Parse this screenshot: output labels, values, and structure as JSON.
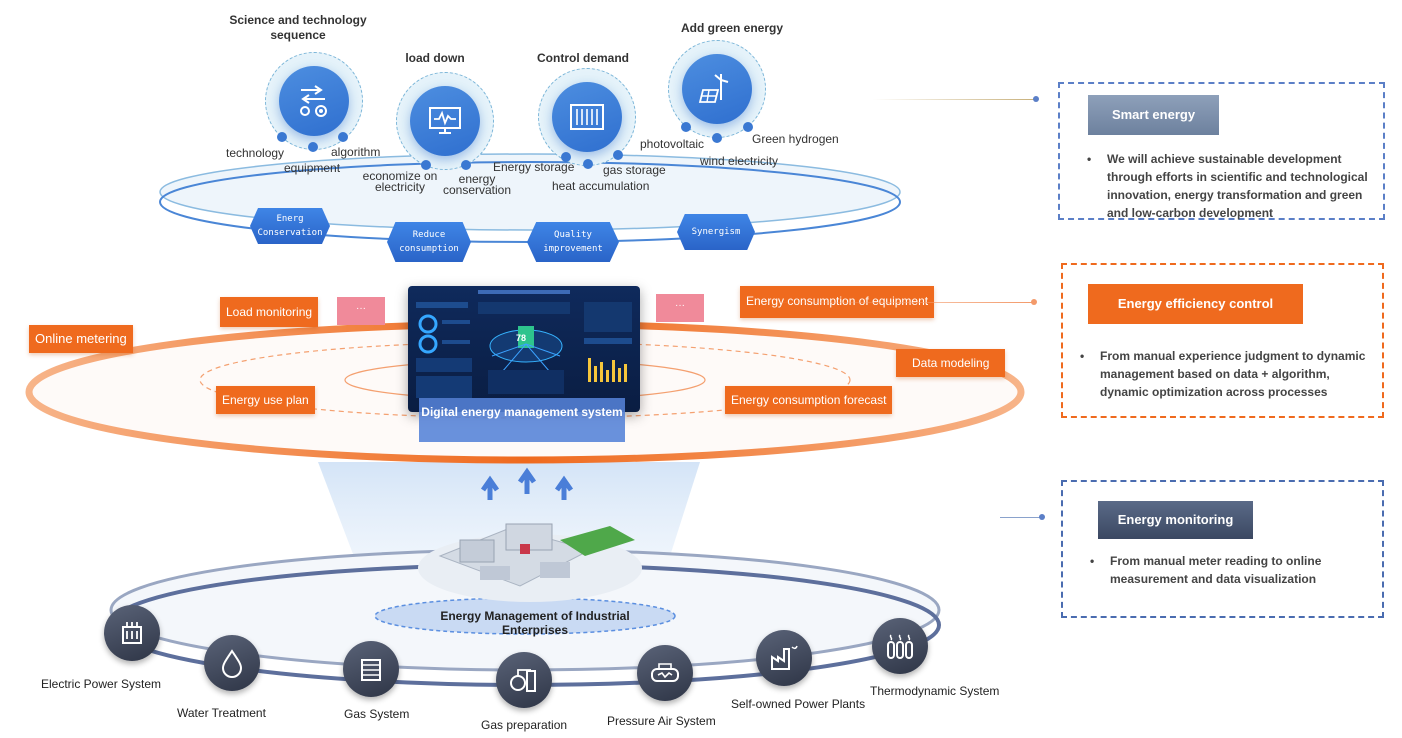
{
  "top": {
    "badges": [
      {
        "title": "Science and technology sequence",
        "icon": "flow-gear-icon",
        "labels": [
          "technology",
          "equipment",
          "algorithm"
        ]
      },
      {
        "title": "load down",
        "icon": "monitor-wave-icon",
        "labels": [
          "economize on electricity",
          "energy conservation"
        ]
      },
      {
        "title": "Control demand",
        "icon": "container-icon",
        "labels": [
          "Energy storage",
          "gas storage",
          "heat accumulation"
        ]
      },
      {
        "title": "Add green energy",
        "icon": "wind-solar-icon",
        "labels": [
          "photovoltaic",
          "wind electricity",
          "Green hydrogen"
        ]
      }
    ],
    "hexes": [
      "Energ Conservation",
      "Reduce consumption",
      "Quality improvement",
      "Synergism"
    ]
  },
  "middle": {
    "tags": {
      "online_metering": "Online metering",
      "load_monitoring": "Load monitoring",
      "energy_use_plan": "Energy use plan",
      "consumption_equipment": "Energy consumption of equipment",
      "data_modeling": "Data modeling",
      "consumption_forecast": "Energy consumption forecast"
    },
    "pink_left": "···",
    "pink_right": "···",
    "dashboard_label": "Digital energy management system",
    "dashboard_gauge": "78"
  },
  "bottom": {
    "center_label": "Energy Management of Industrial Enterprises",
    "systems": [
      {
        "label": "Electric Power System",
        "icon": "transformer-icon"
      },
      {
        "label": "Water Treatment",
        "icon": "water-drop-icon"
      },
      {
        "label": "Gas System",
        "icon": "gas-tank-icon"
      },
      {
        "label": "Gas preparation",
        "icon": "gas-preparation-icon"
      },
      {
        "label": "Pressure Air System",
        "icon": "air-compressor-icon"
      },
      {
        "label": "Self-owned Power Plants",
        "icon": "power-plant-icon"
      },
      {
        "label": "Thermodynamic System",
        "icon": "heater-icon"
      }
    ]
  },
  "panels": [
    {
      "title": "Smart energy",
      "text": "We will achieve sustainable development through efforts in scientific and technological innovation, energy transformation and green and low-carbon development",
      "color": "#5b7fc7"
    },
    {
      "title": "Energy efficiency control",
      "text": "From manual experience judgment to dynamic management based on data + algorithm, dynamic optimization across processes",
      "color": "#ef6a1e"
    },
    {
      "title": "Energy monitoring",
      "text": "From manual meter reading to online measurement and data visualization",
      "color": "#4a5a7a"
    }
  ],
  "colors": {
    "blue": "#2f6fcf",
    "orange": "#ef6a1e",
    "dark": "#3a4458"
  }
}
